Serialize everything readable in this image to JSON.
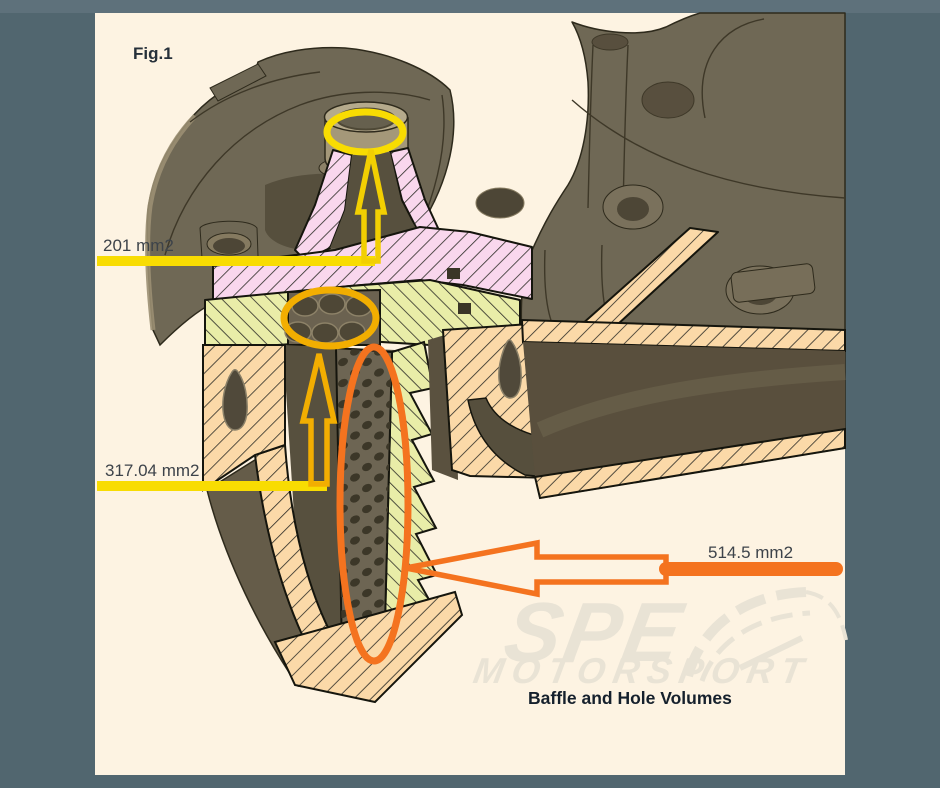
{
  "window": {
    "outer_background": "#51666f",
    "canvas_background": "#fdf3e2"
  },
  "figure": {
    "label": "Fig.1",
    "caption": "Baffle and Hole Volumes"
  },
  "annotations": [
    {
      "id": "top-outlet-port",
      "label": "201 mm2",
      "color": "#f8dc02",
      "marker": "ellipse",
      "arrow": "up"
    },
    {
      "id": "baffle-hole-bank",
      "label": "317.04 mm2",
      "color": "#f2ae01",
      "marker": "ellipse",
      "arrow": "up"
    },
    {
      "id": "side-baffle-window",
      "label": "514.5 mm2",
      "color": "#f4731f",
      "marker": "ellipse",
      "arrow": "left"
    }
  ],
  "watermark": {
    "line1": "SPE",
    "line2": "MOTORSPORT"
  },
  "section_colors": {
    "pink_section": "#f9d7ed",
    "green_section": "#e9eda8",
    "tan_section": "#fbd9a8",
    "body_olive": "#6f6855",
    "body_dark": "#57503e"
  }
}
